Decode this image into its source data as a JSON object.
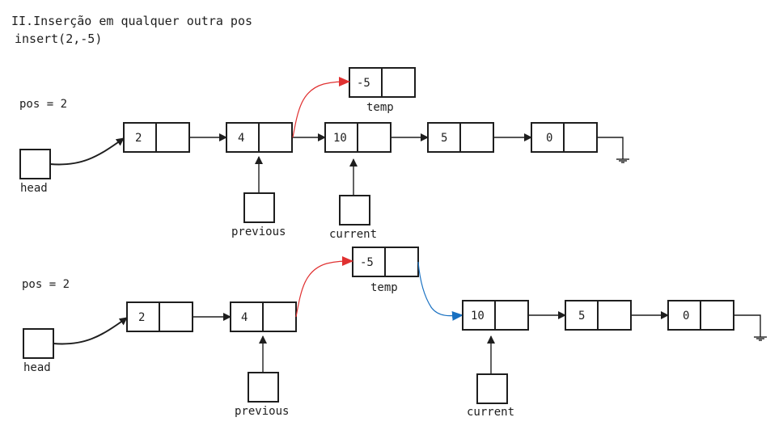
{
  "title": "II.Inserção em qualquer outra pos",
  "call": "insert(2,-5)",
  "colors": {
    "ink": "#1e1e1e",
    "red_arrow": "#e03131",
    "blue_arrow": "#1971c2"
  },
  "top": {
    "pos_label": "pos = 2",
    "head_label": "head",
    "nodes": [
      "2",
      "4",
      "10",
      "5",
      "0"
    ],
    "temp_value": "-5",
    "temp_label": "temp",
    "previous_label": "previous",
    "current_label": "current"
  },
  "bottom": {
    "pos_label": "pos = 2",
    "head_label": "head",
    "nodes": [
      "2",
      "4",
      "10",
      "5",
      "0"
    ],
    "temp_value": "-5",
    "temp_label": "temp",
    "previous_label": "previous",
    "current_label": "current"
  }
}
